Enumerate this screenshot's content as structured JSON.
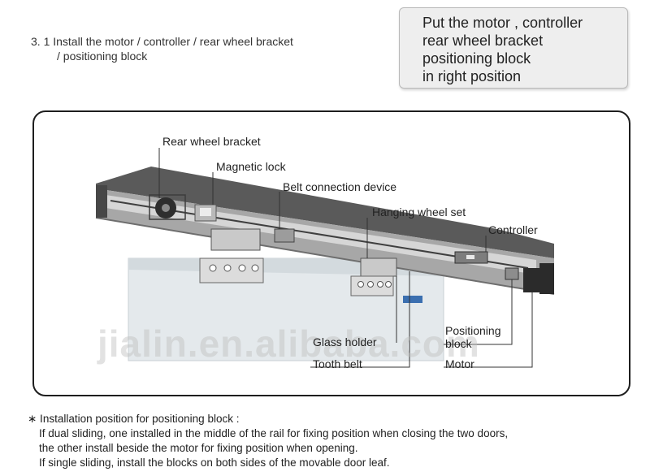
{
  "heading": {
    "line1": "3. 1 Install  the  motor / controller / rear wheel bracket",
    "line2": "/ positioning block"
  },
  "note_box": {
    "lines": [
      "Put  the motor , controller",
      "rear wheel bracket",
      "positioning block",
      "in right position"
    ]
  },
  "callouts": {
    "rear_wheel_bracket": "Rear wheel bracket",
    "magnetic_lock": "Magnetic lock",
    "belt_connection_device": "Belt connection device",
    "hanging_wheel_set": "Hanging  wheel  set",
    "controller": "Controller",
    "glass_holder": "Glass holder",
    "tooth_belt": "Tooth belt",
    "positioning_block_1": "Positioning",
    "positioning_block_2": "block",
    "motor": "Motor"
  },
  "watermark": "jialin.en.alibaba.com",
  "footnote": {
    "lines": [
      "∗ Installation position for positioning block :",
      "If dual sliding, one installed in the middle of the rail for fixing position when closing the two doors,",
      "the other install beside the motor for fixing position when opening.",
      "If single sliding, install the blocks on both sides of the movable door leaf."
    ]
  },
  "colors": {
    "frame_border": "#1e1e1e",
    "note_box_bg": "#eeeeee",
    "rail_top": "#4a4a4a",
    "rail_face": "#9a9a9a",
    "door_panel": "#e6ebee"
  }
}
